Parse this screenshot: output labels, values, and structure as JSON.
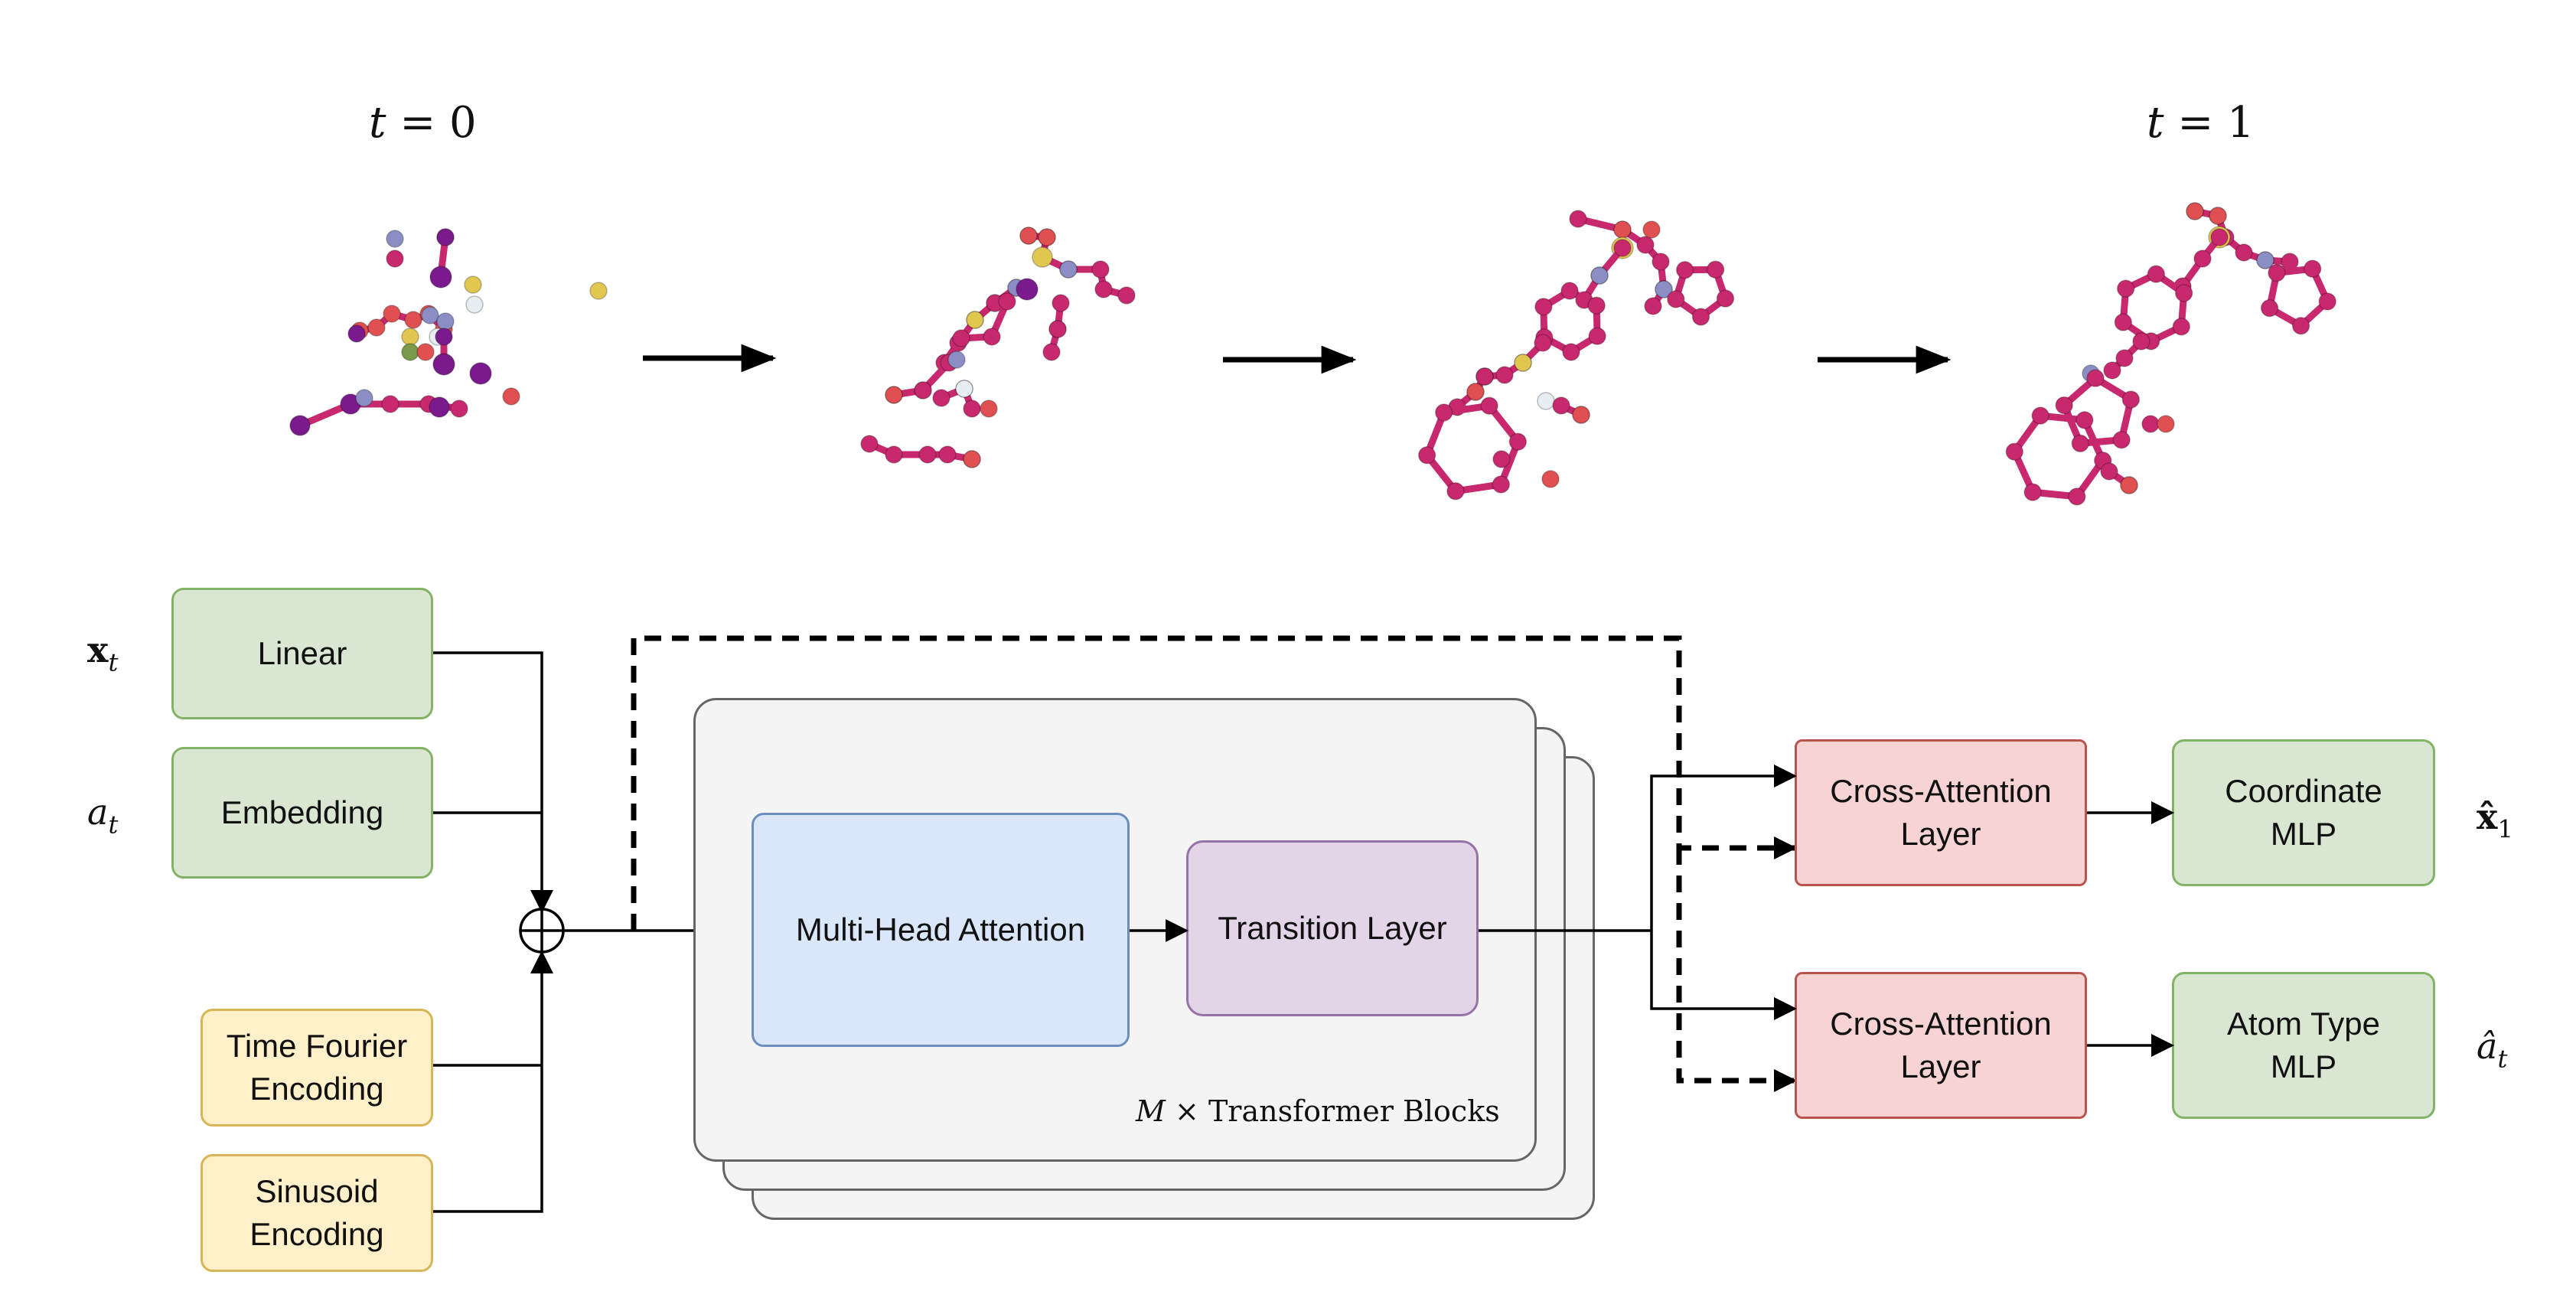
{
  "time_labels": {
    "start_var": "t",
    "start_val": "= 0",
    "end_var": "t",
    "end_val": "= 1"
  },
  "inputs": {
    "x_var": "x",
    "x_sub": "t",
    "a_var": "a",
    "a_sub": "t"
  },
  "boxes": {
    "linear": "Linear",
    "embedding": "Embedding",
    "time_fourier": "Time Fourier\nEncoding",
    "sinusoid": "Sinusoid\nEncoding",
    "mha": "Multi-Head Attention",
    "transition": "Transition Layer",
    "cross_attn_top": "Cross-Attention\nLayer",
    "cross_attn_bottom": "Cross-Attention\nLayer",
    "coord_mlp": "Coordinate\nMLP",
    "atom_mlp": "Atom Type\nMLP"
  },
  "transformer": {
    "count_var": "M",
    "times": "×",
    "label": "Transformer Blocks"
  },
  "outputs": {
    "x_hat_var": "x̂",
    "x_hat_sub": "1",
    "a_hat_var": "â",
    "a_hat_sub": "t"
  },
  "colors": {
    "magenta": "#c8286e",
    "purple": "#7a1a8c",
    "bluegrey": "#8a8ec4",
    "yellow": "#e0c850",
    "red": "#e05050",
    "white": "#e6eef2",
    "green": "#7a9a4a"
  }
}
